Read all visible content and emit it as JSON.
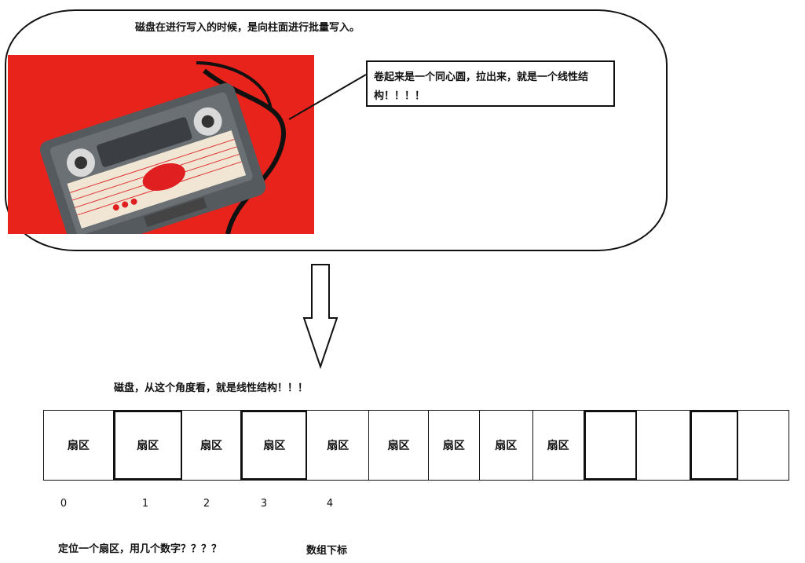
{
  "top_caption": "磁盘在进行写入的时候，是向柱面进行批量写入。",
  "callout_text": "卷起来是一个同心圆，拉出来，就是一个线性结构！！！！",
  "middle_caption": "磁盘，从这个角度看，就是线性结构！！！",
  "sectors": [
    "扇区",
    "扇区",
    "扇区",
    "扇区",
    "扇区",
    "扇区",
    "扇区",
    "扇区",
    "扇区",
    "",
    "",
    "",
    ""
  ],
  "indices": [
    "0",
    "1",
    "2",
    "3",
    "4"
  ],
  "question": "定位一个扇区，用几个数字？？？？",
  "array_label": "数组下标",
  "colors": {
    "photo_bg": "#e8231b",
    "outline": "#111111"
  }
}
